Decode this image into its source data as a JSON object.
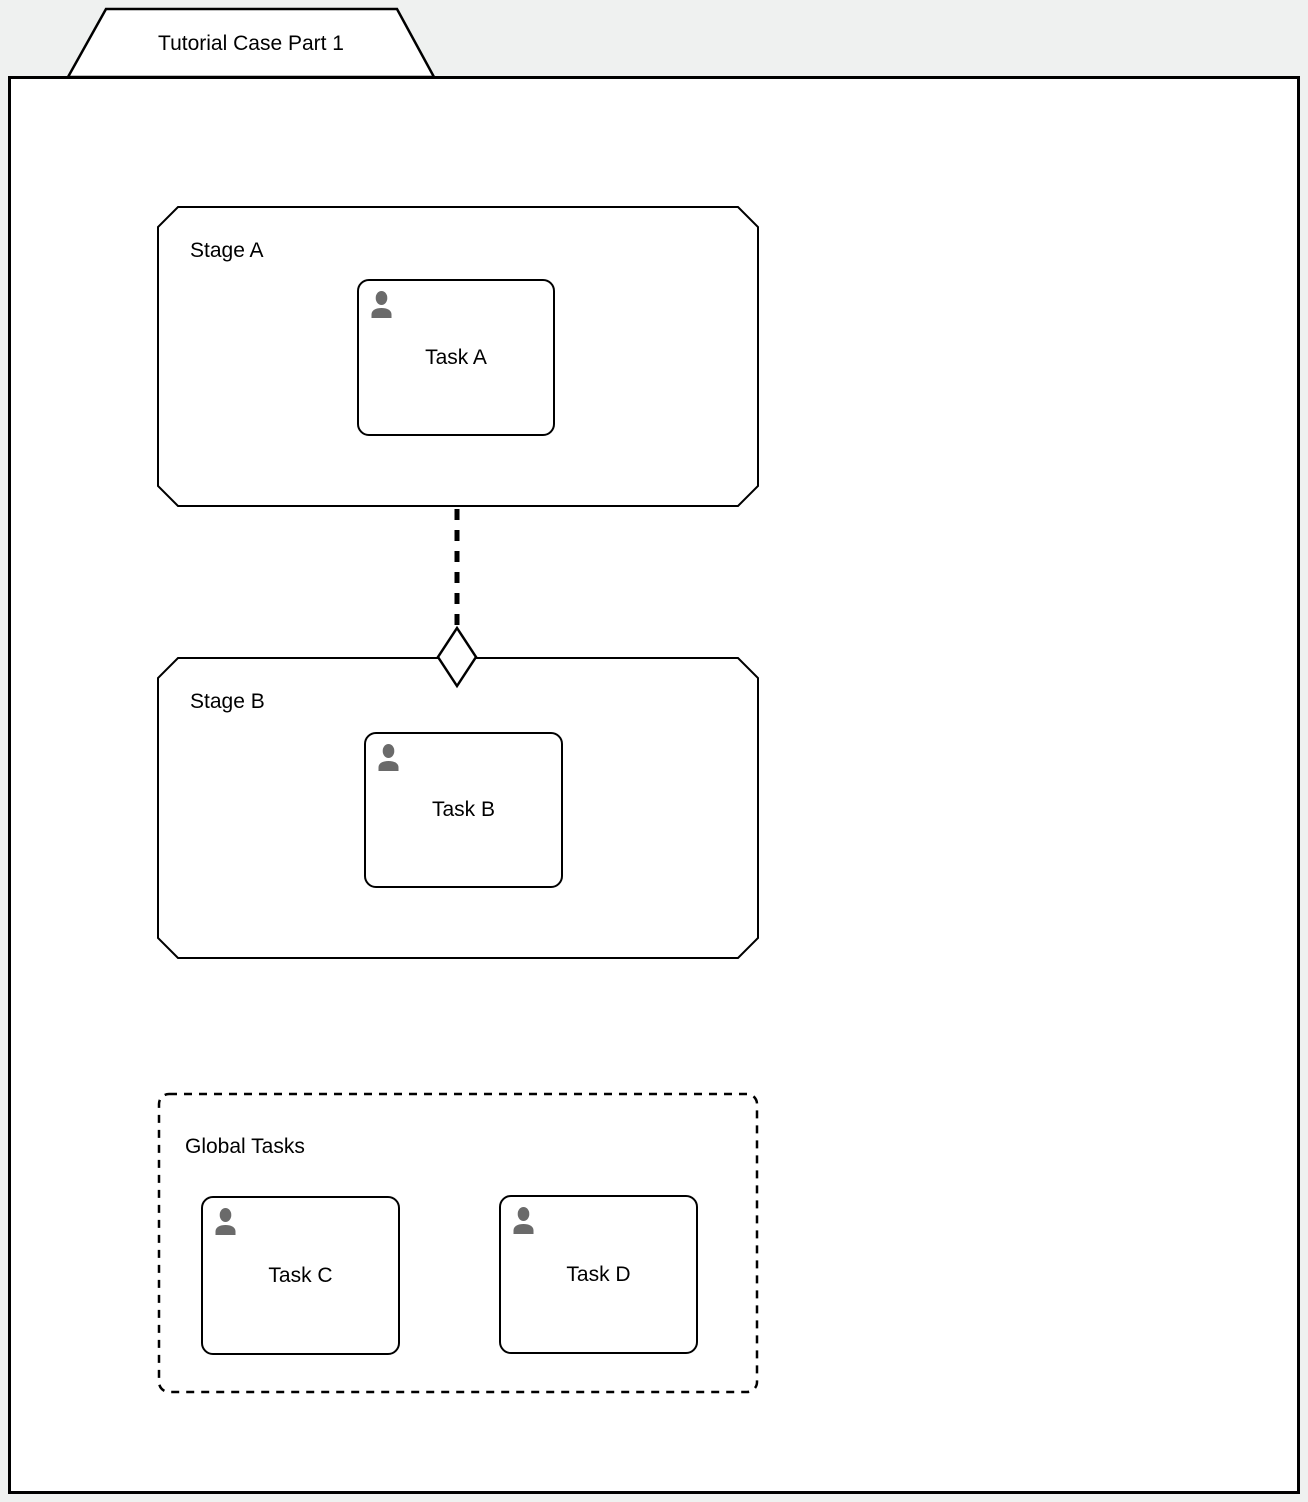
{
  "case_plan": {
    "title": "Tutorial Case Part 1"
  },
  "stages": [
    {
      "label": "Stage A",
      "tasks": [
        {
          "label": "Task A",
          "icon": "person-icon"
        }
      ]
    },
    {
      "label": "Stage B",
      "tasks": [
        {
          "label": "Task B",
          "icon": "person-icon"
        }
      ]
    }
  ],
  "connector": {
    "style": "dashed-line",
    "decorator": "entry-criterion-diamond",
    "from": "Stage A",
    "to": "Stage B"
  },
  "global_section": {
    "label": "Global Tasks",
    "tasks": [
      {
        "label": "Task C",
        "icon": "person-icon"
      },
      {
        "label": "Task D",
        "icon": "person-icon"
      }
    ]
  },
  "colors": {
    "canvas_background": "#eff1f0",
    "shape_fill": "#ffffff",
    "stroke": "#000000",
    "person_icon": "#6a6a6a"
  }
}
